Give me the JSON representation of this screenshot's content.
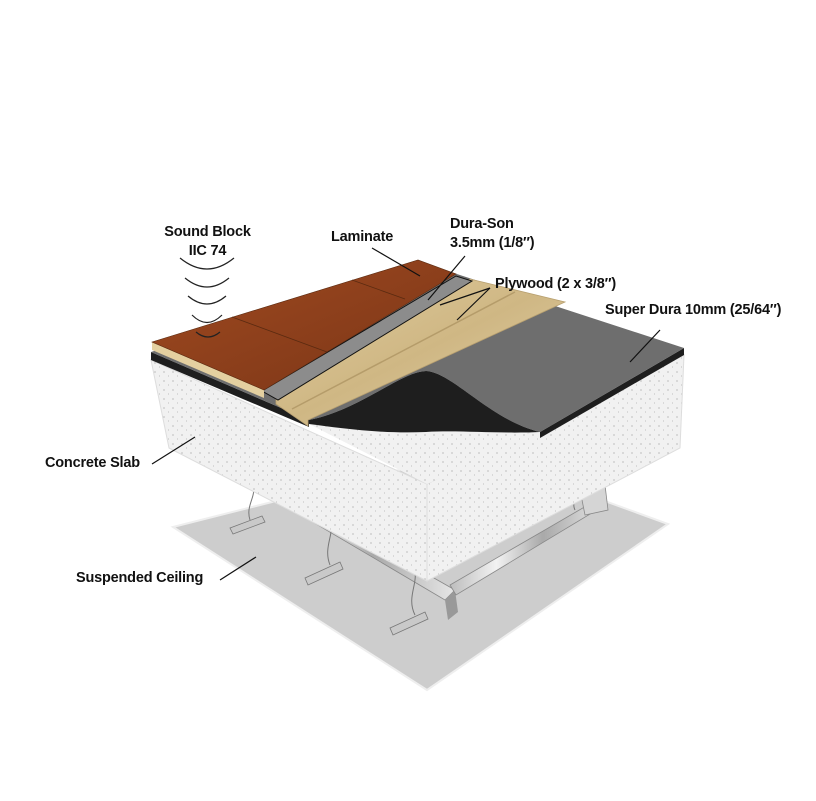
{
  "labels": {
    "sound_block": "Sound Block",
    "iic": "IIC 74",
    "laminate": "Laminate",
    "dura_son": "Dura-Son",
    "dura_son_thickness": "3.5mm (1/8″)",
    "plywood": "Plywood (2 x 3/8″)",
    "super_dura": "Super Dura 10mm (25/64″)",
    "concrete_slab": "Concrete Slab",
    "suspended_ceiling": "Suspended Ceiling"
  },
  "colors": {
    "laminate": "#8a3f1c",
    "plywood": "#d9c394",
    "membrane": "#6e6e6e",
    "underlay": "#1e1e1e",
    "concrete": "#f1f1f1",
    "ceiling": "#cdcdcd"
  }
}
